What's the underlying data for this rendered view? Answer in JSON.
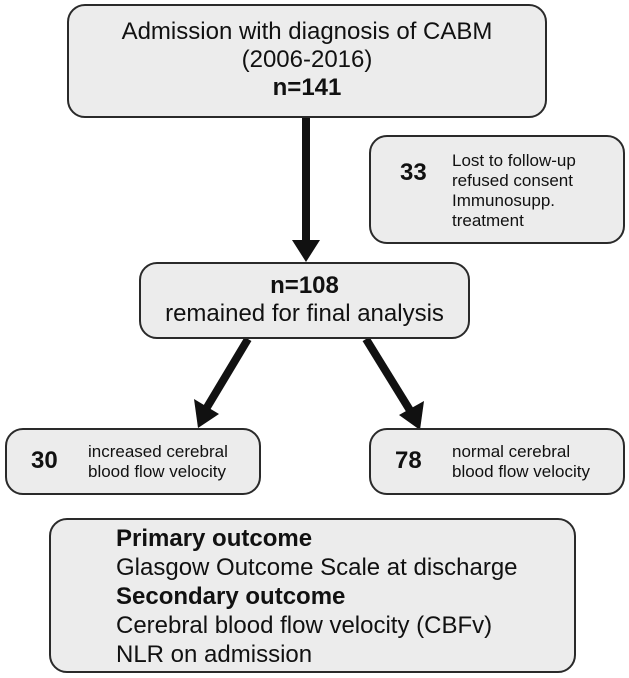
{
  "admission": {
    "line1": "Admission with diagnosis of CABM",
    "line2": "(2006-2016)",
    "line3": "n=141"
  },
  "excluded": {
    "count": "33",
    "reasons": [
      "Lost to follow-up",
      "refused consent",
      "Immunosupp.",
      "treatment"
    ]
  },
  "analysis": {
    "line1": "n=108",
    "line2": "remained for final analysis"
  },
  "increased": {
    "count": "30",
    "line1": "increased cerebral",
    "line2": "blood flow velocity"
  },
  "normal": {
    "count": "78",
    "line1": "normal cerebral",
    "line2": "blood flow velocity"
  },
  "outcomes": {
    "primary_heading": "Primary outcome",
    "primary_item": "Glasgow Outcome Scale at discharge",
    "secondary_heading": "Secondary outcome",
    "secondary_items": [
      "Cerebral blood flow velocity (CBFv)",
      "NLR on admission"
    ]
  }
}
